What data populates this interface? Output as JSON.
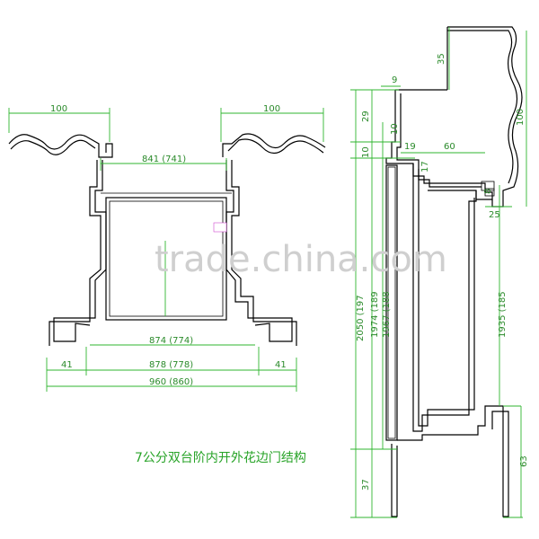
{
  "caption": "7公分双台阶内开外花边门结构",
  "watermark": "trade.china.com",
  "left_view": {
    "top_left_dim": "100",
    "top_right_dim": "100",
    "inner_top_dim": "841 (741)",
    "dim_874": "874 (774)",
    "dim_878": "878 (778)",
    "dim_41_left": "41",
    "dim_41_right": "41",
    "dim_960": "960 (860)"
  },
  "right_view": {
    "dim_9": "9",
    "dim_35": "35",
    "dim_100": "100",
    "dim_29": "29",
    "dim_10a": "10",
    "dim_10b": "10",
    "dim_19": "19",
    "dim_60": "60",
    "dim_17": "17",
    "dim_8": "8",
    "dim_25": "25",
    "dim_2050": "2050 (197",
    "dim_1974": "1974 (189",
    "dim_1967": "1967 (188",
    "dim_1935": "1935 (185",
    "dim_37": "37",
    "dim_63": "63"
  }
}
